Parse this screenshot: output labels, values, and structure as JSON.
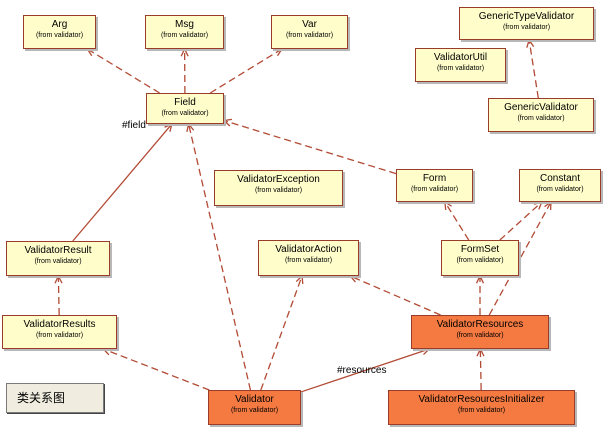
{
  "diagram": {
    "caption": "类关系图",
    "classes": [
      {
        "id": "arg",
        "name": "Arg",
        "pkg": "(from validator)",
        "highlight": false
      },
      {
        "id": "msg",
        "name": "Msg",
        "pkg": "(from validator)",
        "highlight": false
      },
      {
        "id": "var",
        "name": "Var",
        "pkg": "(from validator)",
        "highlight": false
      },
      {
        "id": "generic-type-validator",
        "name": "GenericTypeValidator",
        "pkg": "(from validator)",
        "highlight": false
      },
      {
        "id": "validator-util",
        "name": "ValidatorUtil",
        "pkg": "(from validator)",
        "highlight": false
      },
      {
        "id": "generic-validator",
        "name": "GenericValidator",
        "pkg": "(from validator)",
        "highlight": false
      },
      {
        "id": "field",
        "name": "Field",
        "pkg": "(from validator)",
        "highlight": false
      },
      {
        "id": "validator-exception",
        "name": "ValidatorException",
        "pkg": "(from validator)",
        "highlight": false
      },
      {
        "id": "form",
        "name": "Form",
        "pkg": "(from validator)",
        "highlight": false
      },
      {
        "id": "constant",
        "name": "Constant",
        "pkg": "(from validator)",
        "highlight": false
      },
      {
        "id": "validator-result",
        "name": "ValidatorResult",
        "pkg": "(from validator)",
        "highlight": false
      },
      {
        "id": "validator-action",
        "name": "ValidatorAction",
        "pkg": "(from validator)",
        "highlight": false
      },
      {
        "id": "form-set",
        "name": "FormSet",
        "pkg": "(from validator)",
        "highlight": false
      },
      {
        "id": "validator-results",
        "name": "ValidatorResults",
        "pkg": "(from validator)",
        "highlight": false
      },
      {
        "id": "validator-resources",
        "name": "ValidatorResources",
        "pkg": "(from validator)",
        "highlight": true
      },
      {
        "id": "validator",
        "name": "Validator",
        "pkg": "(from validator)",
        "highlight": true
      },
      {
        "id": "validator-resources-initializer",
        "name": "ValidatorResourcesInitializer",
        "pkg": "(from validator)",
        "highlight": true
      }
    ],
    "role_labels": {
      "field": "#field",
      "resources": "#resources"
    },
    "relations": [
      {
        "from": "field",
        "to": "arg",
        "style": "dashed",
        "arrow": "open"
      },
      {
        "from": "field",
        "to": "msg",
        "style": "dashed",
        "arrow": "open"
      },
      {
        "from": "field",
        "to": "var",
        "style": "dashed",
        "arrow": "open"
      },
      {
        "from": "generic-validator",
        "to": "generic-type-validator",
        "style": "dashed",
        "arrow": "open"
      },
      {
        "from": "form",
        "to": "field",
        "style": "dashed",
        "arrow": "open"
      },
      {
        "from": "validator-result",
        "to": "field",
        "style": "solid",
        "arrow": "open"
      },
      {
        "from": "form-set",
        "to": "form",
        "style": "dashed",
        "arrow": "open"
      },
      {
        "from": "form-set",
        "to": "constant",
        "style": "dashed",
        "arrow": "open"
      },
      {
        "from": "validator-results",
        "to": "validator-result",
        "style": "dashed",
        "arrow": "open"
      },
      {
        "from": "validator-resources",
        "to": "form-set",
        "style": "dashed",
        "arrow": "open"
      },
      {
        "from": "validator-resources",
        "to": "constant",
        "style": "dashed",
        "arrow": "open"
      },
      {
        "from": "validator-resources",
        "to": "validator-action",
        "style": "dashed",
        "arrow": "open"
      },
      {
        "from": "validator",
        "to": "field",
        "style": "dashed",
        "arrow": "open"
      },
      {
        "from": "validator",
        "to": "validator-action",
        "style": "dashed",
        "arrow": "open"
      },
      {
        "from": "validator",
        "to": "validator-results",
        "style": "dashed",
        "arrow": "open"
      },
      {
        "from": "validator",
        "to": "validator-resources",
        "style": "solid",
        "arrow": "open"
      },
      {
        "from": "validator-resources-initializer",
        "to": "validator-resources",
        "style": "dashed",
        "arrow": "open"
      }
    ],
    "colors": {
      "box_fill": "#fffecb",
      "box_highlight": "#f47a42",
      "box_border": "#9a3c2a",
      "line": "#b24a34"
    }
  }
}
